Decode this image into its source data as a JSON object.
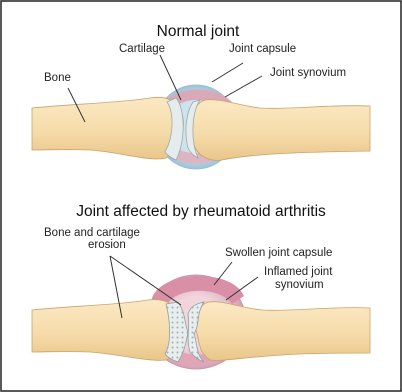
{
  "top_panel": {
    "title": "Normal joint",
    "labels": {
      "cartilage": "Cartilage",
      "joint_capsule": "Joint capsule",
      "joint_synovium": "Joint synovium",
      "bone": "Bone"
    }
  },
  "bottom_panel": {
    "title": "Joint affected by rheumatoid arthritis",
    "labels": {
      "erosion_line1": "Bone and cartilage",
      "erosion_line2": "erosion",
      "swollen_capsule": "Swollen joint capsule",
      "inflamed_line1": "Inflamed joint",
      "inflamed_line2": "synovium"
    }
  },
  "colors": {
    "bone_fill": "#f6dcaa",
    "bone_edge": "#c9a36a",
    "capsule": "#d9a9b8",
    "capsule_inflamed": "#d98fa5",
    "synovium_halo": "#bcd6e4",
    "cartilage": "#e6ecec",
    "line": "#333333",
    "border": "#222222"
  }
}
